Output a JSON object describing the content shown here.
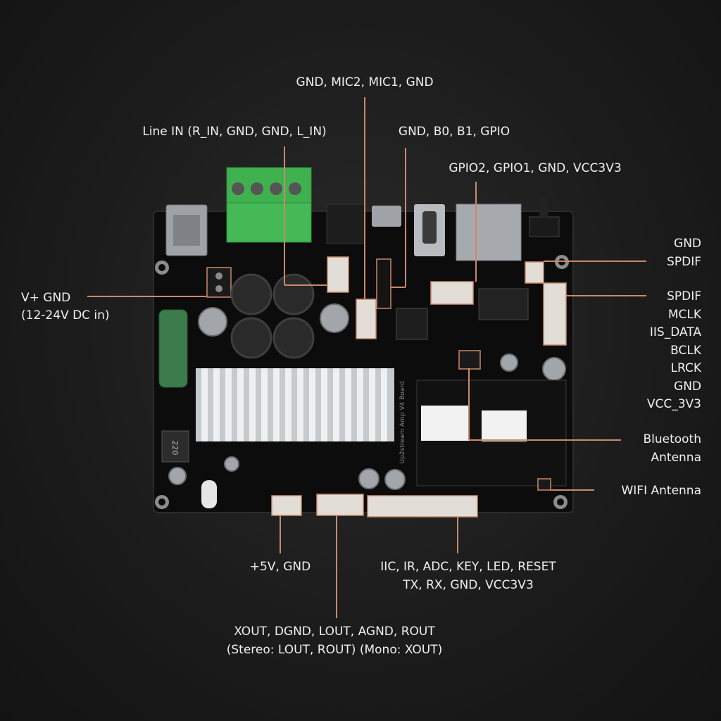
{
  "colors": {
    "background": "#1a1a1a",
    "pcb": "#0c0c0c",
    "leader_line": "#c98a6a",
    "label_text": "#f0f0f0",
    "terminal_block": "#3fb24f",
    "heatsink": "#cfd2d6"
  },
  "callouts": {
    "mic": "GND, MIC2, MIC1, GND",
    "line_in": "Line IN (R_IN, GND, GND, L_IN)",
    "gpio_b": "GND, B0, B1, GPIO",
    "gpio_2": "GPIO2, GPIO1, GND, VCC3V3",
    "power_1": "V+  GND",
    "power_2": "(12-24V DC in)",
    "spdif_out_1": "GND",
    "spdif_out_2": "SPDIF",
    "iis_pins": [
      "SPDIF",
      "MCLK",
      "IIS_DATA",
      "BCLK",
      "LRCK",
      "GND",
      "VCC_3V3"
    ],
    "bt_1": "Bluetooth",
    "bt_2": "Antenna",
    "wifi": "WIFI Antenna",
    "five_v": "+5V, GND",
    "misc_1": "IIC, IR, ADC, KEY, LED, RESET",
    "misc_2": "TX, RX, GND, VCC3V3",
    "audio_out_1": "XOUT, DGND, LOUT, AGND, ROUT",
    "audio_out_2": "(Stereo: LOUT, ROUT) (Mono: XOUT)"
  },
  "silkscreen": {
    "board_name": "Up2stream Amp V4 Board",
    "inductor_mark": "220"
  }
}
